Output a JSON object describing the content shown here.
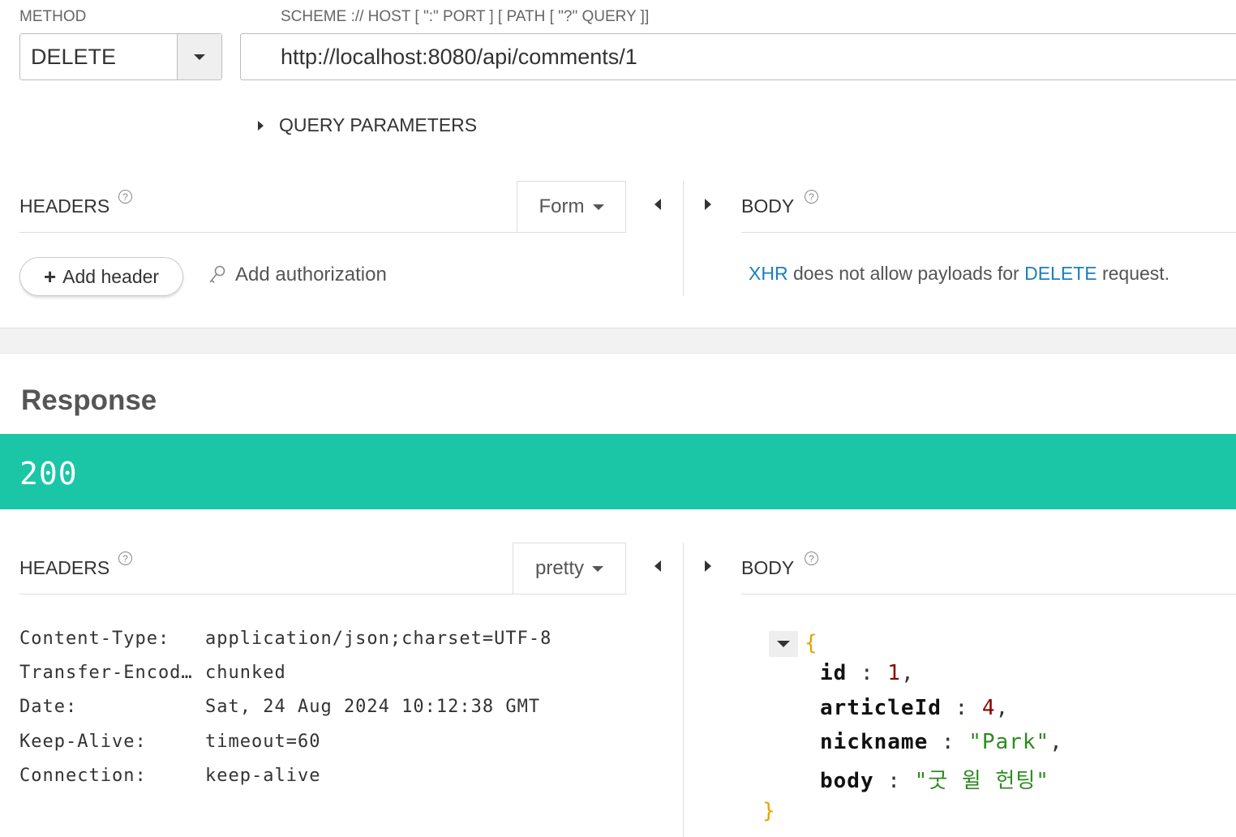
{
  "request": {
    "method_label": "METHOD",
    "method_value": "DELETE",
    "url_label": "SCHEME :// HOST [ \":\" PORT ] [ PATH [ \"?\" QUERY ]]",
    "url_value": "http://localhost:8080/api/comments/1",
    "query_parameters_label": "QUERY PARAMETERS",
    "headers_title": "HEADERS",
    "headers_format": "Form",
    "add_header_label": "Add header",
    "add_authorization_label": "Add authorization",
    "body_title": "BODY",
    "body_note": {
      "part1": "XHR",
      "part2": " does not allow payloads for ",
      "part3": "DELETE",
      "part4": " request."
    }
  },
  "response": {
    "title": "Response",
    "status_code": "200",
    "status_color": "#1bc6a7",
    "headers_title": "HEADERS",
    "headers_format": "pretty",
    "body_title": "BODY",
    "headers": [
      {
        "key": "Content-Type:",
        "value": "application/json;charset=UTF-8"
      },
      {
        "key": "Transfer-Encod…",
        "value": "chunked"
      },
      {
        "key": "Date:",
        "value": "Sat, 24 Aug 2024 10:12:38 GMT"
      },
      {
        "key": "Keep-Alive:",
        "value": "timeout=60"
      },
      {
        "key": "Connection:",
        "value": "keep-alive"
      }
    ],
    "body_json": {
      "open_brace": "{",
      "close_brace": "}",
      "fields": [
        {
          "key": "id",
          "value": "1",
          "type": "number"
        },
        {
          "key": "articleId",
          "value": "4",
          "type": "number"
        },
        {
          "key": "nickname",
          "value": "\"Park\"",
          "type": "string"
        },
        {
          "key": "body",
          "value": "\"굿 윌 헌팅\"",
          "type": "string"
        }
      ]
    }
  },
  "icons": {
    "help": "?",
    "plus": "+",
    "key": "key-icon"
  },
  "colors": {
    "link": "#1a7fc1",
    "json_brace": "#e6a400",
    "json_number": "#8b0000",
    "json_string": "#2e8b22"
  }
}
